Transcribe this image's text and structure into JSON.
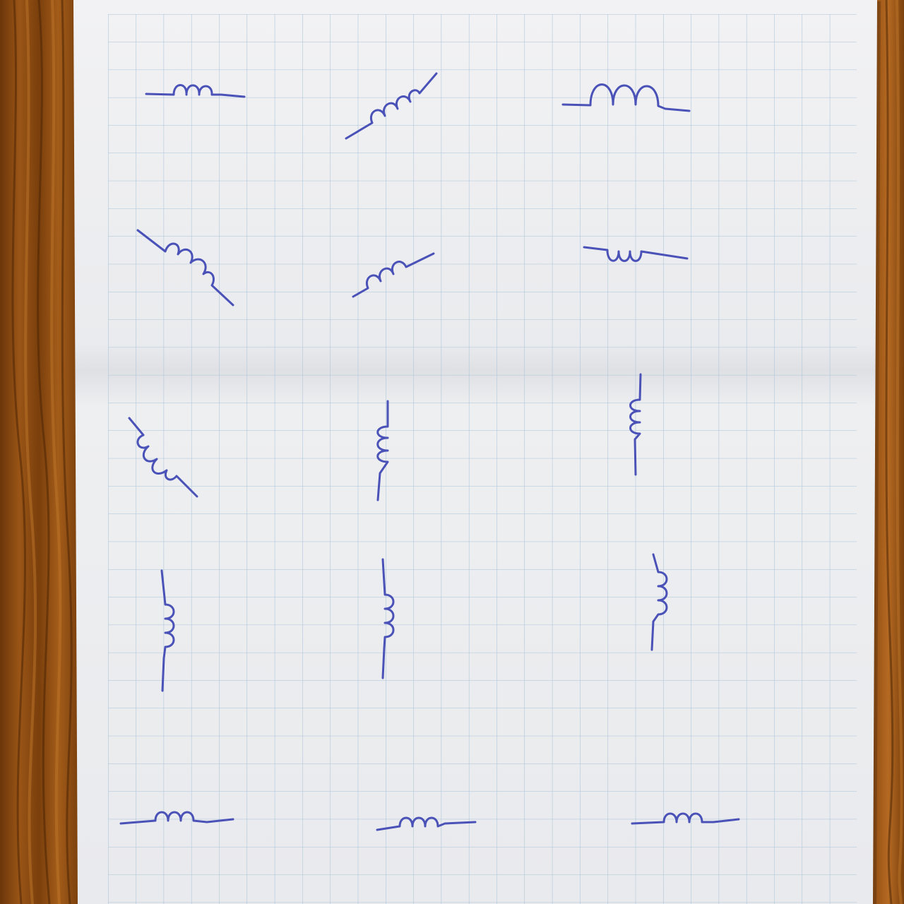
{
  "scene": {
    "description_free": true,
    "colors": {
      "wood_base": "#8a4a12",
      "wood_dark": "#5e2f08",
      "wood_light": "#b8691f",
      "paper": "#eeeff1",
      "grid": "#a9c3d8",
      "ink": "#4a52b8"
    },
    "sketch_type": "inductor-symbol",
    "sketches": [
      {
        "id": "inductor-01",
        "orientation": "horizontal",
        "loops": 3
      },
      {
        "id": "inductor-02",
        "orientation": "diagonal-up",
        "loops": 4
      },
      {
        "id": "inductor-03",
        "orientation": "horizontal",
        "loops": 3
      },
      {
        "id": "inductor-04",
        "orientation": "diagonal-down",
        "loops": 3
      },
      {
        "id": "inductor-05",
        "orientation": "diagonal-up",
        "loops": 3
      },
      {
        "id": "inductor-06",
        "orientation": "horizontal",
        "loops": 3
      },
      {
        "id": "inductor-07",
        "orientation": "diagonal-down",
        "loops": 4
      },
      {
        "id": "inductor-08",
        "orientation": "vertical",
        "loops": 3
      },
      {
        "id": "inductor-09",
        "orientation": "vertical",
        "loops": 3
      },
      {
        "id": "inductor-10",
        "orientation": "vertical",
        "loops": 3
      },
      {
        "id": "inductor-11",
        "orientation": "vertical",
        "loops": 3
      },
      {
        "id": "inductor-12",
        "orientation": "vertical",
        "loops": 3
      },
      {
        "id": "inductor-13",
        "orientation": "horizontal",
        "loops": 3
      },
      {
        "id": "inductor-14",
        "orientation": "horizontal",
        "loops": 3
      },
      {
        "id": "inductor-15",
        "orientation": "horizontal",
        "loops": 3
      }
    ]
  }
}
